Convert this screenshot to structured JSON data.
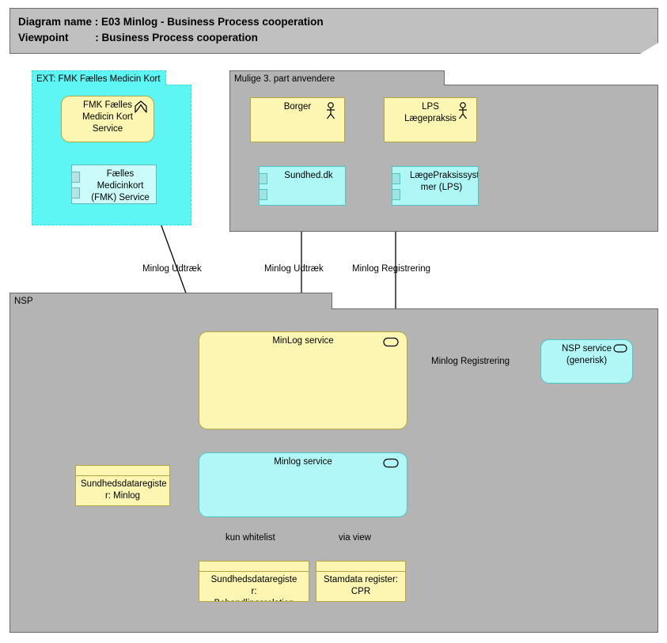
{
  "header": {
    "line1": "Diagram name : E03 Minlog - Business Process cooperation",
    "line2": "Viewpoint         : Business Process cooperation"
  },
  "groups": {
    "ext_fmk": {
      "title": "EXT: FMK Fælles Medicin Kort"
    },
    "third_party": {
      "title": "Mulige 3. part anvendere"
    },
    "nsp": {
      "title": "NSP"
    }
  },
  "nodes": {
    "fmk_service": {
      "label": "FMK Fælles\nMedicin Kort\nService",
      "icon": "business-process-icon"
    },
    "fmk_component": {
      "label": "Fælles\nMedicinkort\n(FMK) Service",
      "icon": "component-icon"
    },
    "borger": {
      "label": "Borger",
      "icon": "actor-icon"
    },
    "lps": {
      "label": "LPS\nLægepraksis",
      "icon": "actor-icon"
    },
    "sundhed_dk": {
      "label": "Sundhed.dk",
      "icon": "component-icon"
    },
    "lps_system": {
      "label": "LægePraksissyste\nmer (LPS)",
      "icon": "component-icon"
    },
    "minlog_service_app": {
      "label": "MinLog service",
      "icon": "service-icon"
    },
    "nsp_service": {
      "label": "NSP service\n(generisk)",
      "icon": "service-icon"
    },
    "minlog_service_tech": {
      "label": "Minlog service",
      "icon": "service-icon"
    },
    "sdr_minlog": {
      "label": "Sundhedsdataregiste\nr: Minlog",
      "icon": "data-object-icon"
    },
    "sdr_behandlingsrelation": {
      "label": "Sundhedsdataregiste\nr:\nBehandlingsrelation",
      "icon": "data-object-icon"
    },
    "stamdata_cpr": {
      "label": "Stamdata register:\nCPR",
      "icon": "data-object-icon"
    }
  },
  "connections": {
    "fmk_to_minlog": "Minlog Udtræk",
    "sundhed_to_minlog": "Minlog Udtræk",
    "lps_to_minlog": "Minlog Registrering",
    "nsp_to_minlog": "Minlog Registrering",
    "behandlingsrelation_to_minlog": "kun whitelist",
    "cpr_to_minlog": "via view"
  },
  "colors": {
    "group_grey": "#b4b4b4",
    "group_cyan": "#5ef5f5",
    "service_yellow": "#fcf6b2",
    "service_cyan": "#b2f7f7",
    "component_cyan": "#aff7f7",
    "line": "#000000",
    "border_yellow": "#b5a642",
    "border_cyan": "#4fc5c5"
  }
}
